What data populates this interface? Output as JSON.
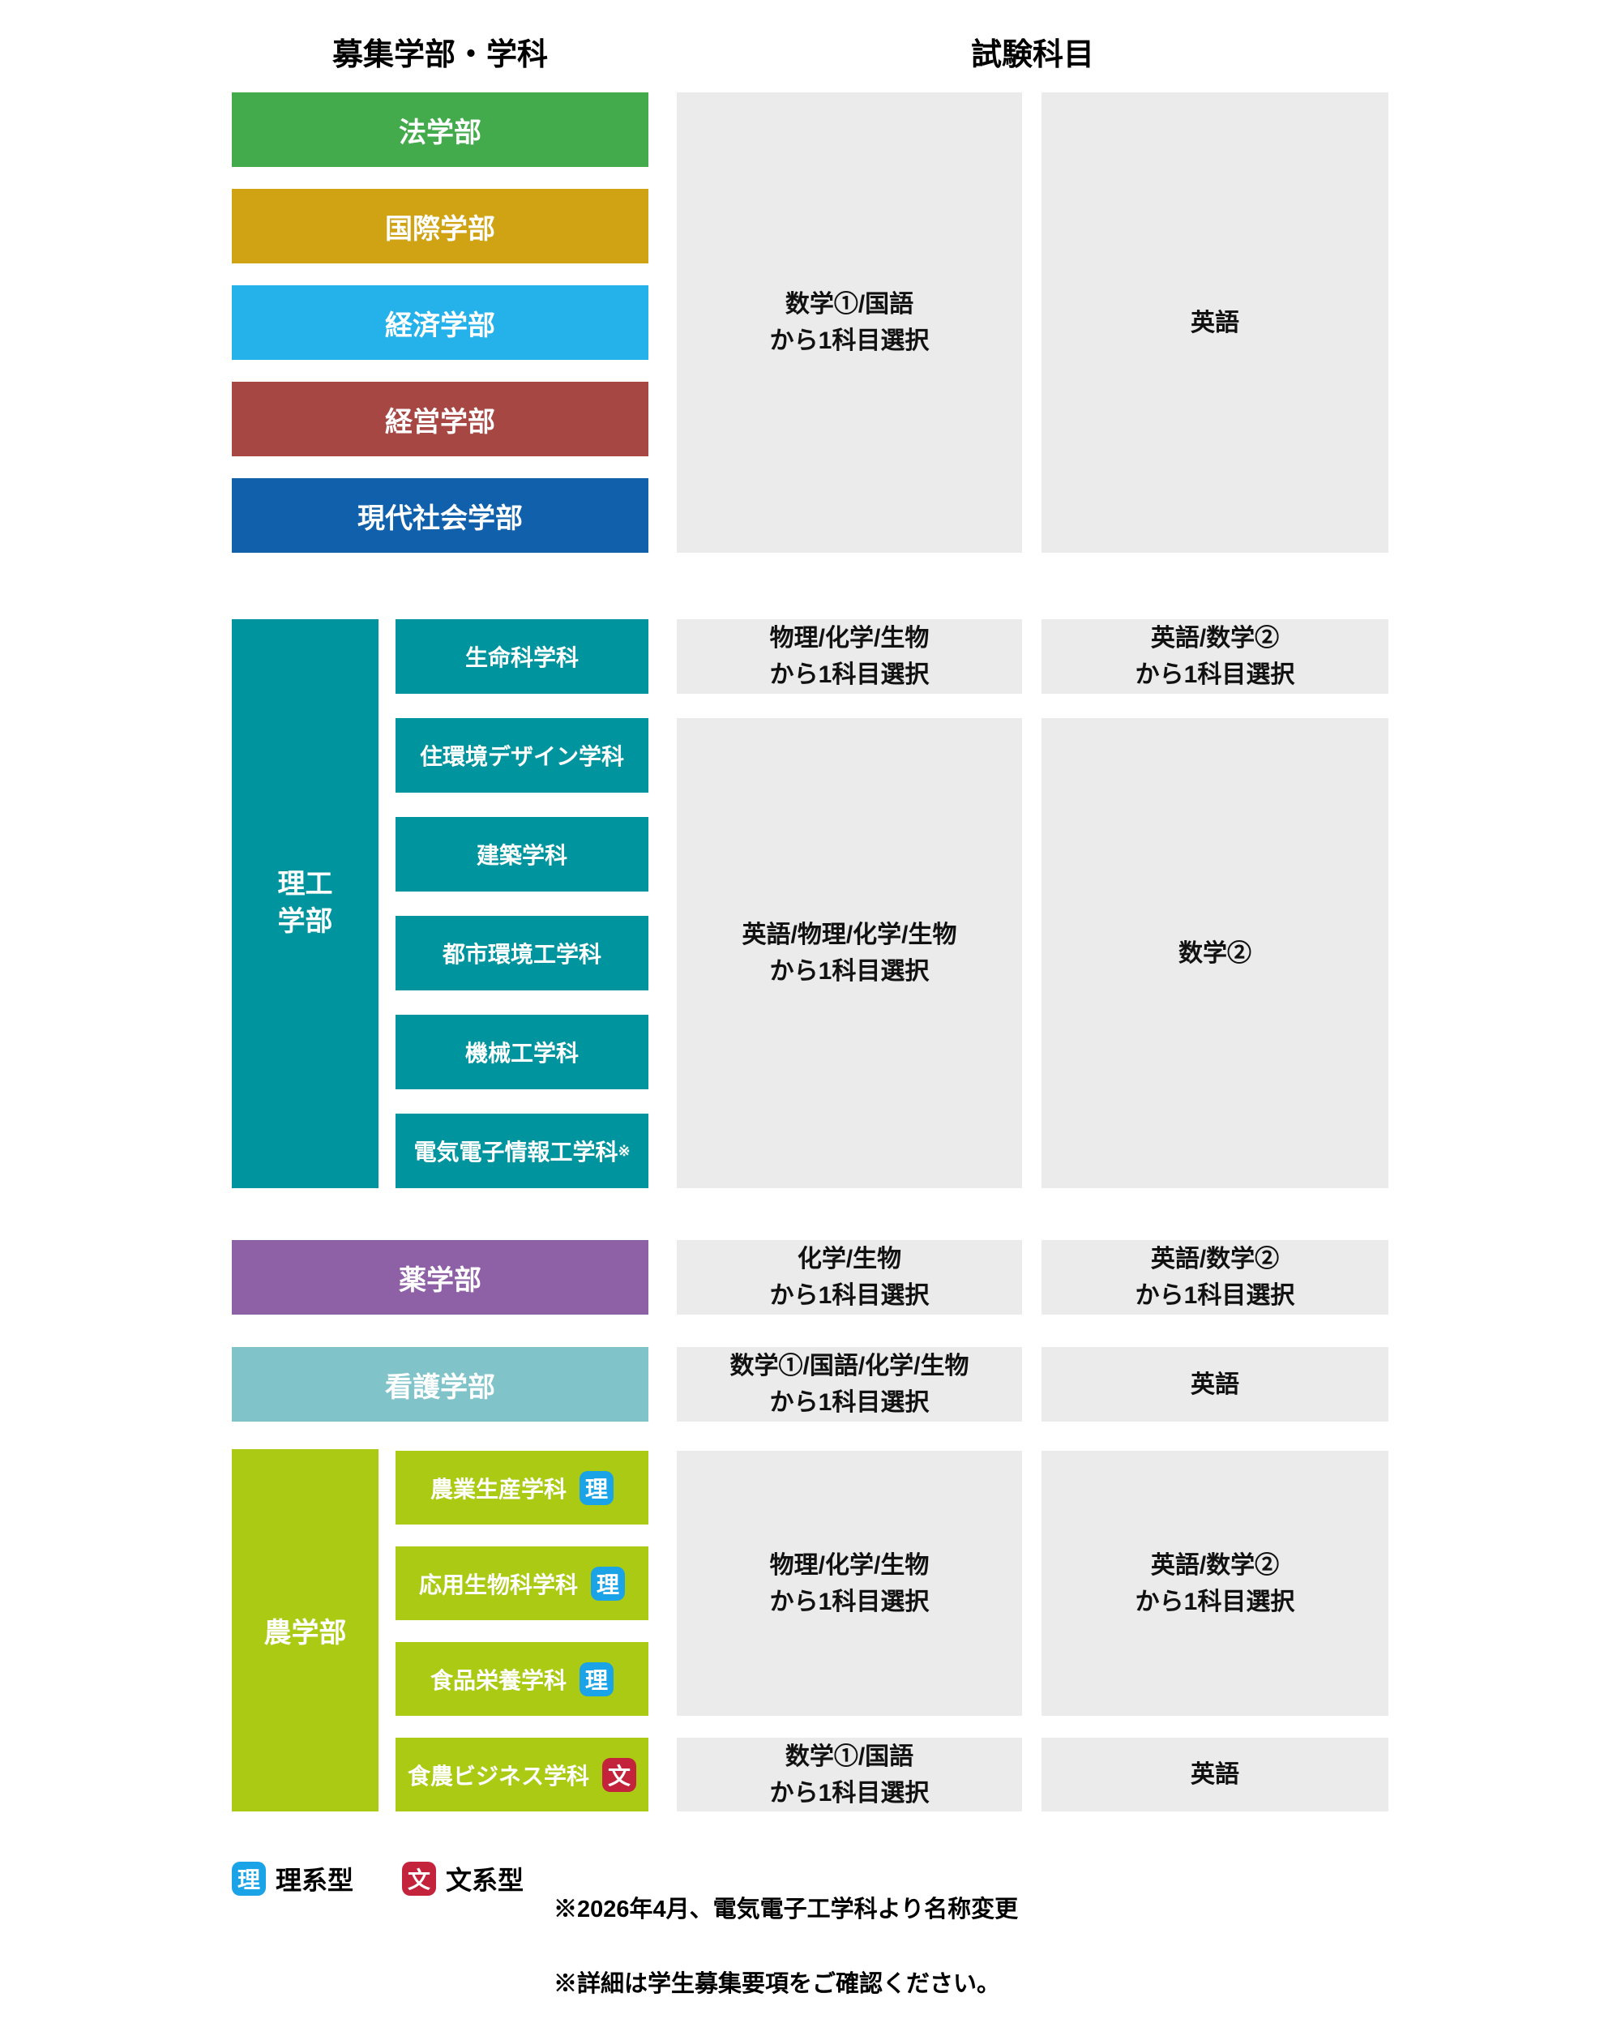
{
  "headers": {
    "left": "募集学部・学科",
    "right": "試験科目"
  },
  "top_section": {
    "faculties": [
      {
        "label": "法学部"
      },
      {
        "label": "国際学部"
      },
      {
        "label": "経済学部"
      },
      {
        "label": "経営学部"
      },
      {
        "label": "現代社会学部"
      }
    ],
    "subject1": "数学①/国語\nから1科目選択",
    "subject2": "英語"
  },
  "rikou_section": {
    "faculty": "理工\n学部",
    "departments": [
      {
        "label": "生命科学科"
      },
      {
        "label": "住環境デザイン学科"
      },
      {
        "label": "建築学科"
      },
      {
        "label": "都市環境工学科"
      },
      {
        "label": "機械工学科"
      },
      {
        "label": "電気電子情報工学科",
        "note_mark": "※"
      }
    ],
    "row1": {
      "subject1": "物理/化学/生物\nから1科目選択",
      "subject2": "英語/数学②\nから1科目選択"
    },
    "row2": {
      "subject1": "英語/物理/化学/生物\nから1科目選択",
      "subject2": "数学②"
    }
  },
  "pharmacy_section": {
    "faculty": "薬学部",
    "subject1": "化学/生物\nから1科目選択",
    "subject2": "英語/数学②\nから1科目選択"
  },
  "nursing_section": {
    "faculty": "看護学部",
    "subject1": "数学①/国語/化学/生物\nから1科目選択",
    "subject2": "英語"
  },
  "agriculture_section": {
    "faculty": "農学部",
    "departments": [
      {
        "label": "農業生産学科",
        "badge": "理"
      },
      {
        "label": "応用生物科学科",
        "badge": "理"
      },
      {
        "label": "食品栄養学科",
        "badge": "理"
      },
      {
        "label": "食農ビジネス学科",
        "badge": "文"
      }
    ],
    "rowA": {
      "subject1": "物理/化学/生物\nから1科目選択",
      "subject2": "英語/数学②\nから1科目選択"
    },
    "rowB": {
      "subject1": "数学①/国語\nから1科目選択",
      "subject2": "英語"
    }
  },
  "legend": {
    "science_badge": "理",
    "science_label": "理系型",
    "humanities_badge": "文",
    "humanities_label": "文系型"
  },
  "notes": {
    "line1": "※2026年4月、電気電子工学科より名称変更",
    "line2": "※詳細は学生募集要項をご確認ください。"
  },
  "colors": {
    "law_green": "#43AB4C",
    "international_gold": "#CFA314",
    "economics_cyan": "#25B1E9",
    "business_red": "#A64743",
    "modern_society_blue": "#1160AB",
    "science_engineering_teal": "#00959E",
    "pharmacy_purple": "#8E60A6",
    "nursing_teal": "#80C3C9",
    "agriculture_green": "#ABCA14",
    "science_badge_blue": "#1BA3E8",
    "humanities_badge_red": "#C3243C",
    "subject_box_gray": "#EBEBEB"
  }
}
